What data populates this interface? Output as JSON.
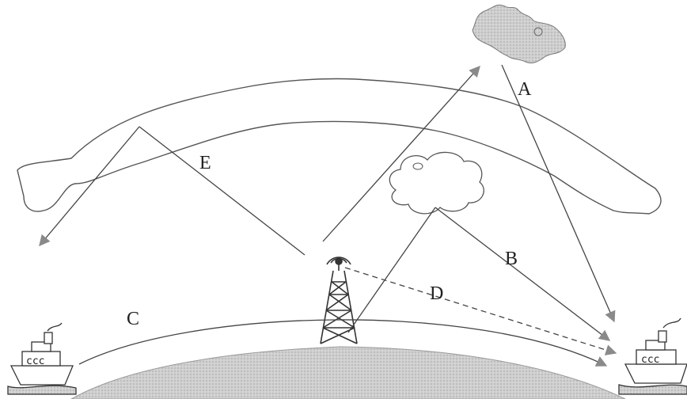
{
  "diagram": {
    "labels": {
      "A": "A",
      "B": "B",
      "C": "C",
      "D": "D",
      "E": "E"
    },
    "ship_left_windows": "ccc",
    "ship_right_windows": "ccc",
    "colors": {
      "earth": "#c9c9c9",
      "ionosphere_stroke": "#555555",
      "line": "#444444",
      "arrow": "#8a8a8a"
    }
  }
}
